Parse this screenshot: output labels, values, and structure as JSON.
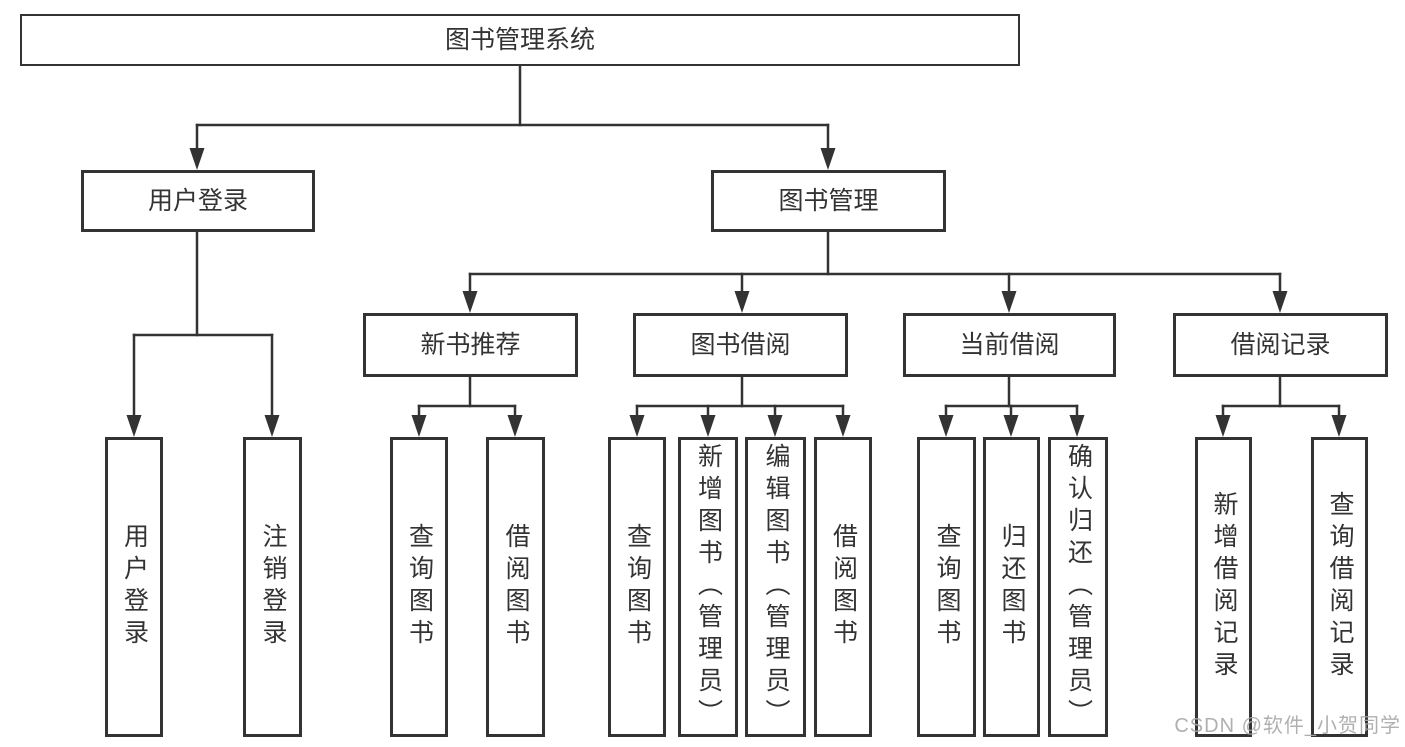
{
  "root": {
    "label": "图书管理系统"
  },
  "level2": {
    "user_login": {
      "label": "用户登录"
    },
    "book_mgmt": {
      "label": "图书管理"
    }
  },
  "level3": {
    "new_books": {
      "label": "新书推荐"
    },
    "borrowing": {
      "label": "图书借阅"
    },
    "current": {
      "label": "当前借阅"
    },
    "records": {
      "label": "借阅记录"
    }
  },
  "leaves": {
    "user_login": [
      {
        "label": "用户登录"
      },
      {
        "label": "注销登录"
      }
    ],
    "new_books": [
      {
        "label": "查询图书"
      },
      {
        "label": "借阅图书"
      }
    ],
    "borrowing": [
      {
        "label": "查询图书"
      },
      {
        "label": "新增图书（管理员）"
      },
      {
        "label": "编辑图书（管理员）"
      },
      {
        "label": "借阅图书"
      }
    ],
    "current": [
      {
        "label": "查询图书"
      },
      {
        "label": "归还图书"
      },
      {
        "label": "确认归还（管理员）"
      }
    ],
    "records": [
      {
        "label": "新增借阅记录"
      },
      {
        "label": "查询借阅记录"
      }
    ]
  },
  "watermark": {
    "text": "CSDN @软件_小贺同学"
  },
  "colors": {
    "line": "#333333",
    "border": "#333333",
    "text": "#333333",
    "watermark": "#a8a8a8",
    "background": "#ffffff"
  }
}
